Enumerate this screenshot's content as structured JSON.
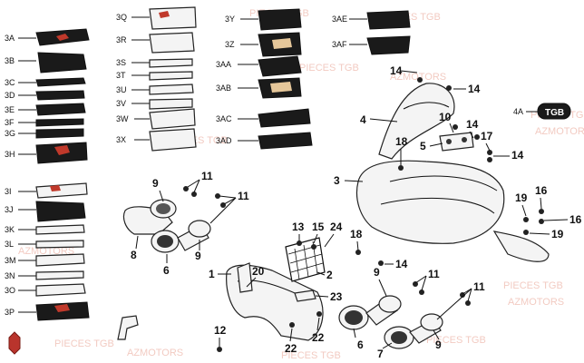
{
  "watermark": "PIECES TGB",
  "watermark2": "AZMOTORS",
  "stickers_left": [
    "3A",
    "3B",
    "3C",
    "3D",
    "3E",
    "3F",
    "3G",
    "3H",
    "3I",
    "3J",
    "3K",
    "3L",
    "3M",
    "3N",
    "3O",
    "3P"
  ],
  "stickers_mid": [
    "3Q",
    "3R",
    "3S",
    "3T",
    "3U",
    "3V",
    "3W",
    "3X"
  ],
  "stickers_right": [
    "3Y",
    "3Z",
    "3AA",
    "3AB",
    "3AC",
    "3AD"
  ],
  "stickers_far": [
    "3AE",
    "3AF"
  ],
  "label_4a": "4A",
  "logo_text": "TGB",
  "callouts": {
    "n1": "1",
    "n2": "2",
    "n3": "3",
    "n4": "4",
    "n5": "5",
    "n6": "6",
    "n7": "7",
    "n8": "8",
    "n9": "9",
    "n10": "10",
    "n11": "11",
    "n12": "12",
    "n13": "13",
    "n14": "14",
    "n15": "15",
    "n16": "16",
    "n17": "17",
    "n18": "18",
    "n19": "19",
    "n20": "20",
    "n22": "22",
    "n23": "23",
    "n24": "24"
  }
}
